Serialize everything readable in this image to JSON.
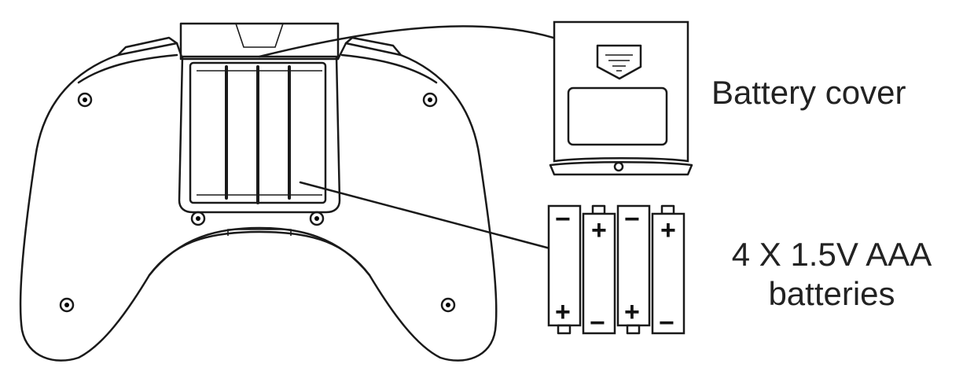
{
  "labels": {
    "battery_cover": "Battery cover",
    "batteries_line1": "4 X 1.5V AAA",
    "batteries_line2": "batteries"
  },
  "icons": [
    "gamepad-controller-icon",
    "battery-compartment-icon",
    "battery-cover-icon",
    "aaa-battery-icon"
  ],
  "colors": {
    "line": "#1a1a1a",
    "text": "#222222",
    "background": "#ffffff"
  }
}
